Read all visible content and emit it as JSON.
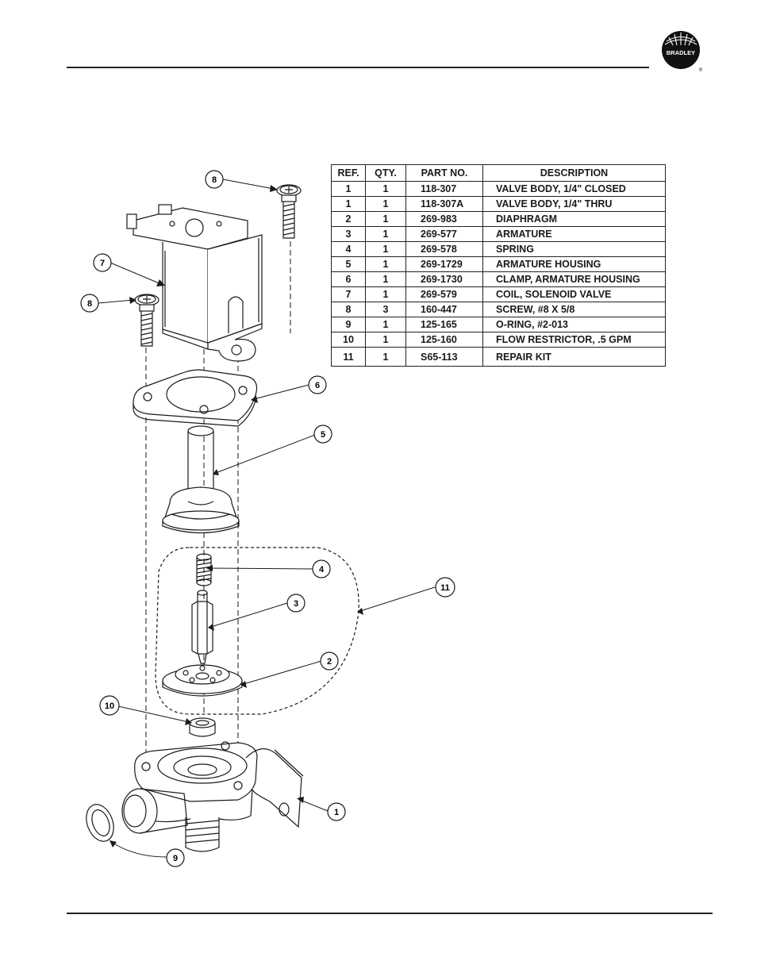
{
  "brand": {
    "logo_text": "BRADLEY",
    "registered_mark": "®"
  },
  "table": {
    "headers": [
      "REF.",
      "QTY.",
      "PART NO.",
      "DESCRIPTION"
    ],
    "rows": [
      {
        "ref": "1",
        "qty": "1",
        "part": "118-307",
        "desc": "VALVE BODY, 1/4\" CLOSED"
      },
      {
        "ref": "1",
        "qty": "1",
        "part": "118-307A",
        "desc": "VALVE BODY, 1/4\" THRU"
      },
      {
        "ref": "2",
        "qty": "1",
        "part": "269-983",
        "desc": "DIAPHRAGM"
      },
      {
        "ref": "3",
        "qty": "1",
        "part": "269-577",
        "desc": "ARMATURE"
      },
      {
        "ref": "4",
        "qty": "1",
        "part": "269-578",
        "desc": "SPRING"
      },
      {
        "ref": "5",
        "qty": "1",
        "part": "269-1729",
        "desc": "ARMATURE HOUSING"
      },
      {
        "ref": "6",
        "qty": "1",
        "part": "269-1730",
        "desc": "CLAMP, ARMATURE HOUSING"
      },
      {
        "ref": "7",
        "qty": "1",
        "part": "269-579",
        "desc": "COIL, SOLENOID VALVE"
      },
      {
        "ref": "8",
        "qty": "3",
        "part": "160-447",
        "desc": "SCREW, #8 X 5/8"
      },
      {
        "ref": "9",
        "qty": "1",
        "part": "125-165",
        "desc": "O-RING, #2-013"
      },
      {
        "ref": "10",
        "qty": "1",
        "part": "125-160",
        "desc": "FLOW RESTRICTOR, .5 GPM"
      },
      {
        "ref": "11",
        "qty": "1",
        "part": "S65-113",
        "desc": "REPAIR KIT"
      }
    ]
  },
  "callouts": {
    "c8_top": "8",
    "c7": "7",
    "c8_left": "8",
    "c6": "6",
    "c5": "5",
    "c4": "4",
    "c11": "11",
    "c3": "3",
    "c2": "2",
    "c10": "10",
    "c1": "1",
    "c9": "9"
  }
}
